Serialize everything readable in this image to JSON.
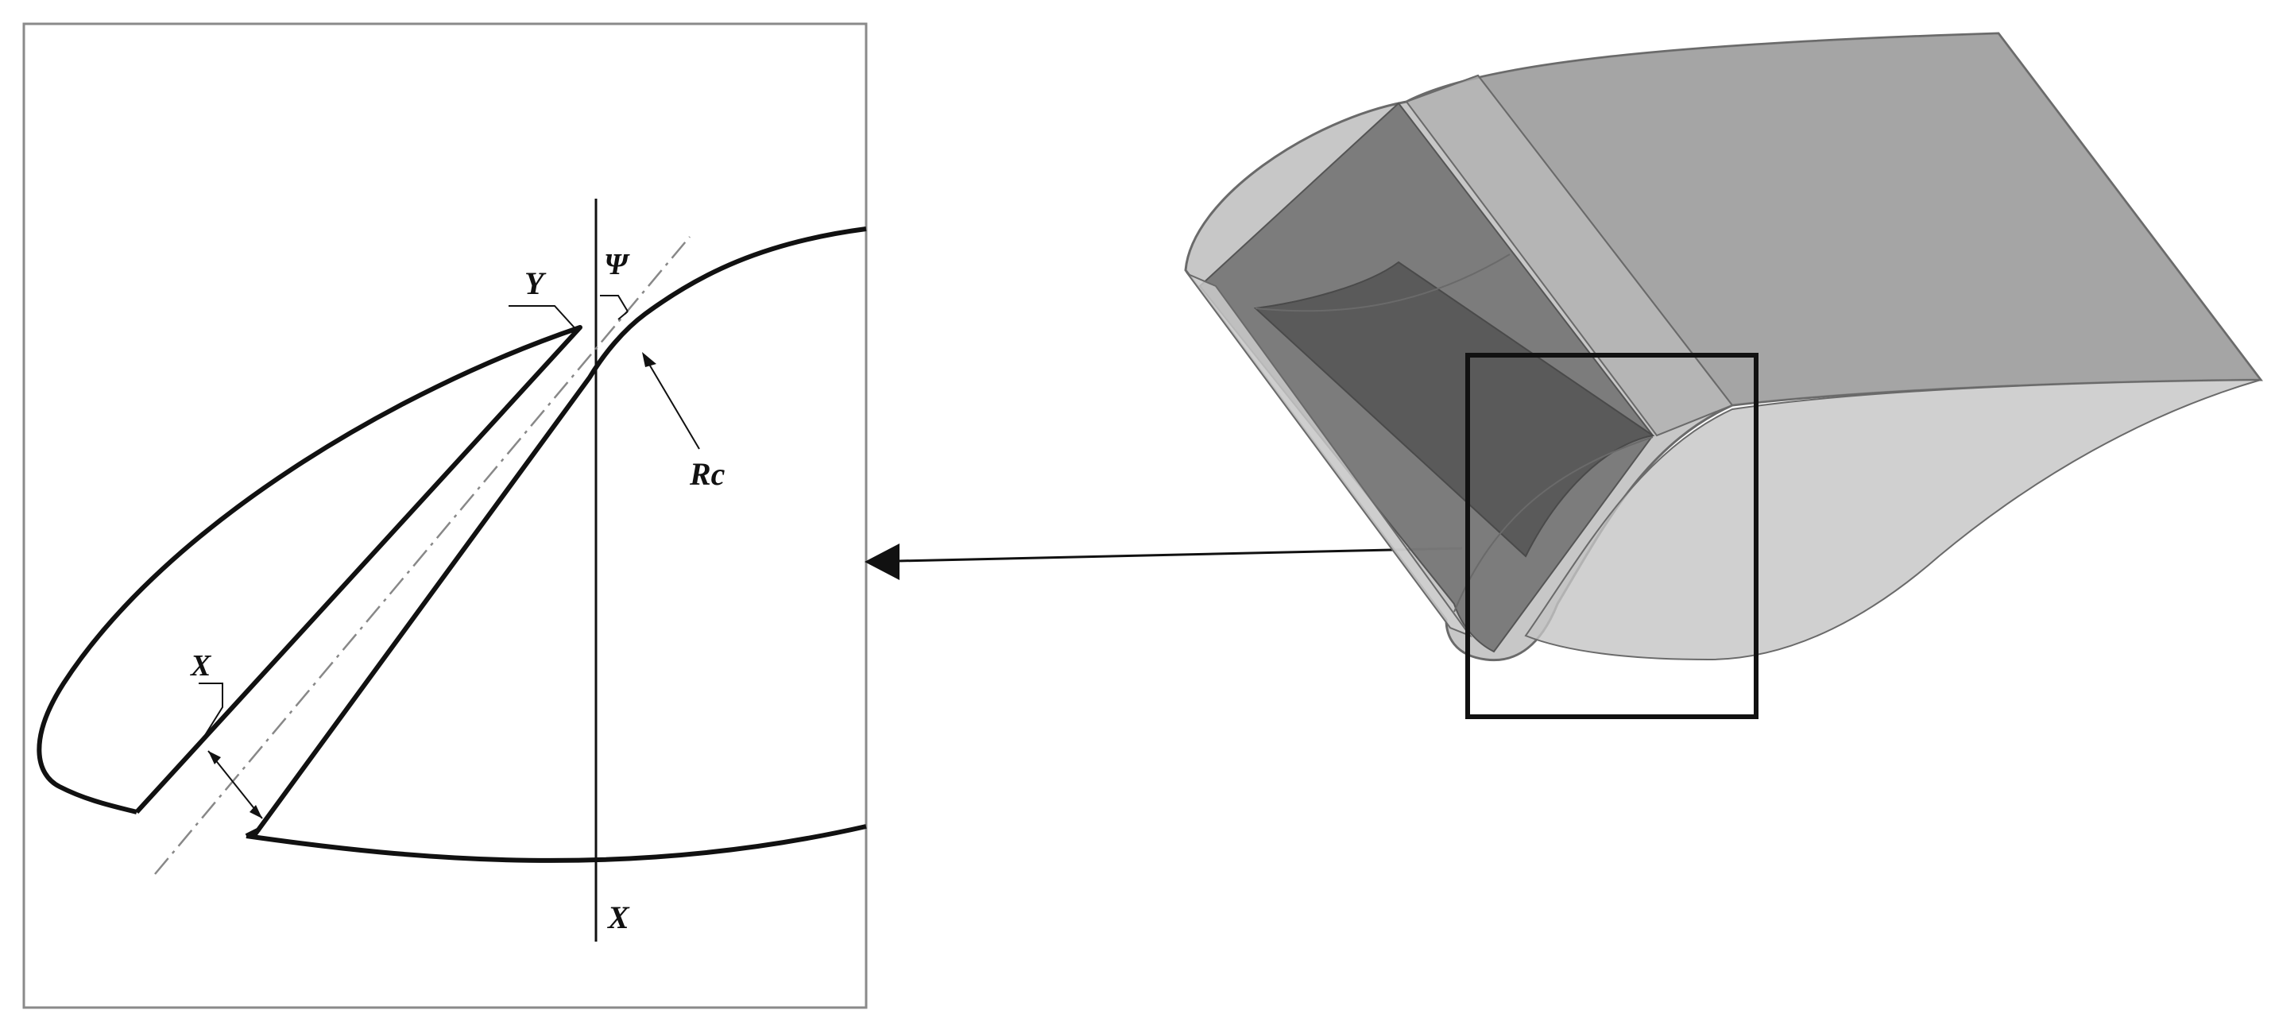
{
  "labels": {
    "y": "Y",
    "psi": "Ψ",
    "rc": "Rc",
    "x_small": "X",
    "x_axis": "X"
  },
  "colors": {
    "stroke": "#111111",
    "frame": "#8a8a8a",
    "body_light": "#bdbdbd",
    "body_mid": "#9a9a9a",
    "body_dark": "#6e6e6e",
    "body_darkest": "#555555"
  }
}
